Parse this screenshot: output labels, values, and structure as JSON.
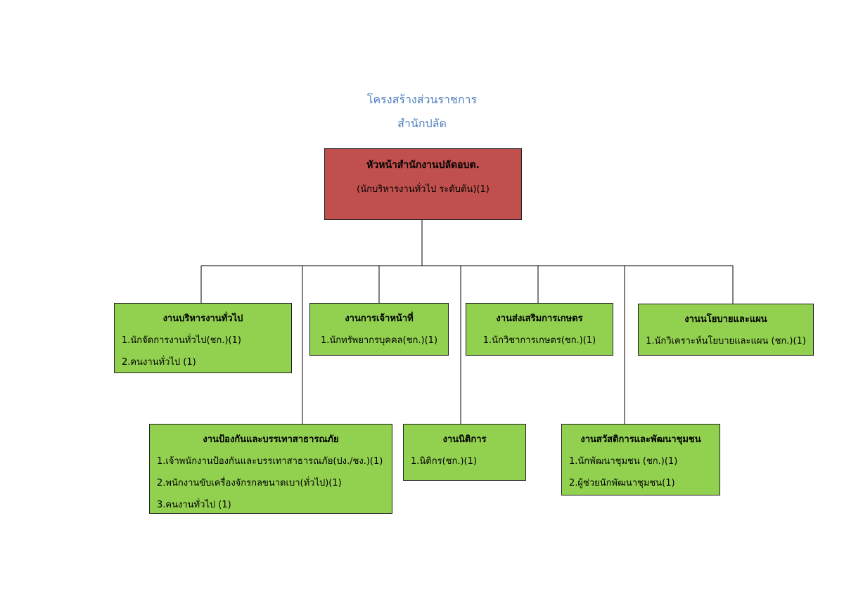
{
  "title_line1": "โครงสร้างส่วนราชการ",
  "title_line2": "สำนักปลัด",
  "head_box": {
    "title": "หัวหน้าสำนักงานปลัดอบต.",
    "subtitle": "(นักบริหารงานทั่วไป ระดับต้น)(1)"
  },
  "units": [
    {
      "title": "งานบริหารงานทั่วไป",
      "lines": [
        "1.นักจัดการงานทั่วไป(ชก.)(1)",
        "2.คนงานทั่วไป (1)"
      ]
    },
    {
      "title": "งานการเจ้าหน้าที่",
      "lines": [
        "1.นักทรัพยากรบุคคล(ชก.)(1)"
      ]
    },
    {
      "title": "งานส่งเสริมการเกษตร",
      "lines": [
        "1.นักวิชาการเกษตร(ชก.)(1)"
      ]
    },
    {
      "title": "งานนโยบายและแผน",
      "lines": [
        "1.นักวิเคราะห์นโยบายและแผน (ชก.)(1)"
      ]
    },
    {
      "title": "งานป้องกันและบรรเทาสาธารณภัย",
      "lines": [
        "1.เจ้าพนักงานป้องกันและบรรเทาสาธารณภัย(ปง./ชง.)(1)",
        "2.พนักงานขับเครื่องจักรกลขนาดเบา(ทั่วไป)(1)",
        "3.คนงานทั่วไป (1)"
      ]
    },
    {
      "title": "งานนิติการ",
      "lines": [
        "1.นิติกร(ชก.)(1)"
      ]
    },
    {
      "title": "งานสวัสดิการและพัฒนาชุมชน",
      "lines": [
        "1.นักพัฒนาชุมชน (ชก.)(1)",
        "2.ผู้ช่วยนักพัฒนาชุมชน(1)"
      ]
    }
  ]
}
